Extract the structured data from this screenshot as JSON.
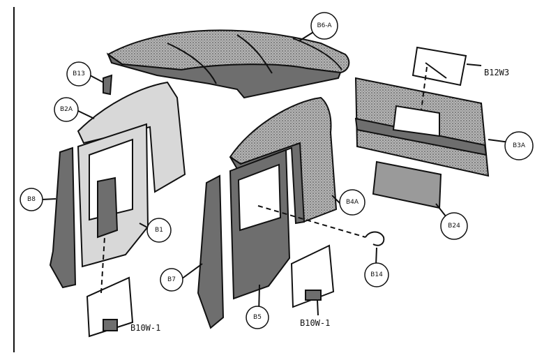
{
  "labels": {
    "b6a": "B6-A",
    "b13": "B13",
    "b2a": "B2A",
    "b12w3": "B12W3",
    "b3a": "B3A",
    "b8": "B8",
    "b4a": "B4A",
    "b1": "B1",
    "b24": "B24",
    "b7": "B7",
    "b14": "B14",
    "b5": "B5",
    "b10w1_left": "B10W-1",
    "b10w1_right": "B10W-1"
  }
}
